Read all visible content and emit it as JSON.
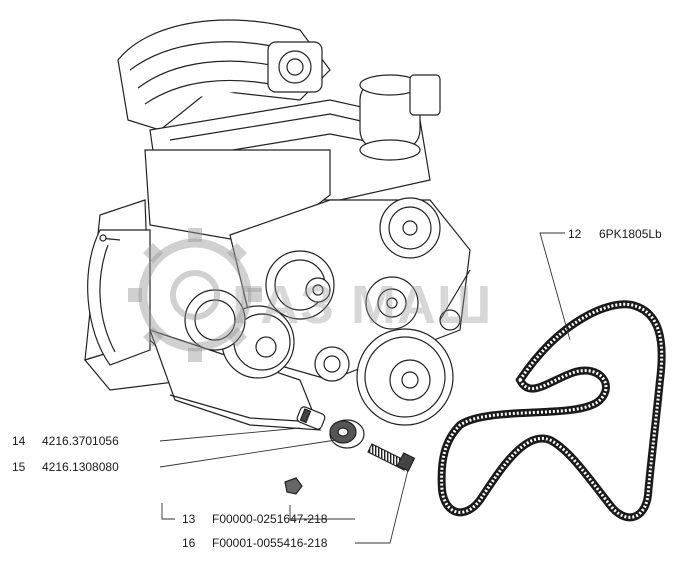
{
  "diagram": {
    "watermark_text": "ГАЗ МАШ",
    "callouts": [
      {
        "number": "12",
        "code": "6PK1805Lb"
      },
      {
        "number": "14",
        "code": "4216.3701056"
      },
      {
        "number": "15",
        "code": "4216.1308080"
      },
      {
        "number": "13",
        "code": "F00000-0251647-218"
      },
      {
        "number": "16",
        "code": "F00001-0055416-218"
      }
    ]
  }
}
